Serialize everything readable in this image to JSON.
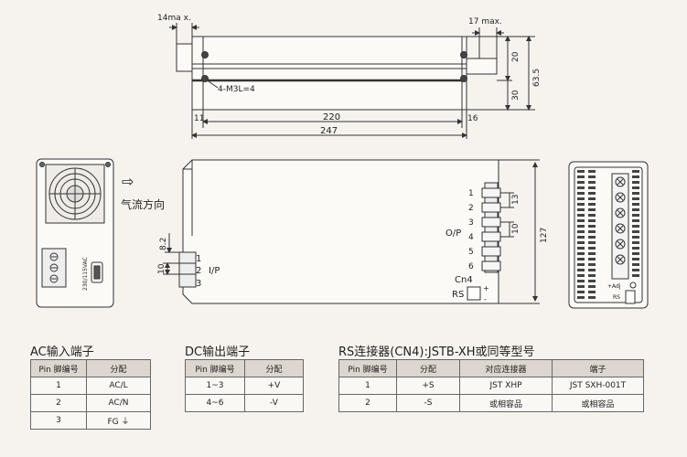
{
  "top_view": {
    "dim_14max": "14ma x.",
    "dim_17max": "17 max.",
    "screw_label": "4-M3L=4",
    "dim_11": "11",
    "dim_220": "220",
    "dim_16": "16",
    "dim_247": "247",
    "dim_20": "20",
    "dim_30": "30",
    "dim_63_5": "63.5"
  },
  "front_view": {
    "voltage_label": "230/115VAC",
    "airflow_arrow": "⇨",
    "airflow_label": "气流方向"
  },
  "side_view": {
    "dim_8_2": "8.2",
    "dim_10_left": "10",
    "ip_pins": [
      "1",
      "2",
      "3"
    ],
    "ip_label": "I/P",
    "op_pins": [
      "1",
      "2",
      "3",
      "4",
      "5",
      "6"
    ],
    "op_label": "O/P",
    "dim_13": "13",
    "dim_10_right": "10",
    "dim_127": "127",
    "cn4_label": "Cn4",
    "rs_label": "RS",
    "rs_plus": "+",
    "rs_minus": "-"
  },
  "end_view": {
    "adj_label": "+Adj",
    "rs_label": "RS"
  },
  "tables": {
    "ac": {
      "title": "AC输入端子",
      "headers": [
        "Pin 脚编号",
        "分配"
      ],
      "rows": [
        [
          "1",
          "AC/L"
        ],
        [
          "2",
          "AC/N"
        ],
        [
          "3",
          "FG ⏚"
        ]
      ]
    },
    "dc": {
      "title": "DC输出端子",
      "headers": [
        "Pin 脚编号",
        "分配"
      ],
      "rows": [
        [
          "1~3",
          "+V"
        ],
        [
          "4~6",
          "-V"
        ]
      ]
    },
    "rs": {
      "title": "RS连接器(CN4):JSTB-XH或同等型号",
      "headers": [
        "Pin 脚编号",
        "分配",
        "对应连接器",
        "端子"
      ],
      "rows": [
        [
          "1",
          "+S",
          "JST XHP",
          "JST SXH-001T"
        ],
        [
          "2",
          "-S",
          "或相容品",
          "或相容品"
        ]
      ]
    }
  }
}
